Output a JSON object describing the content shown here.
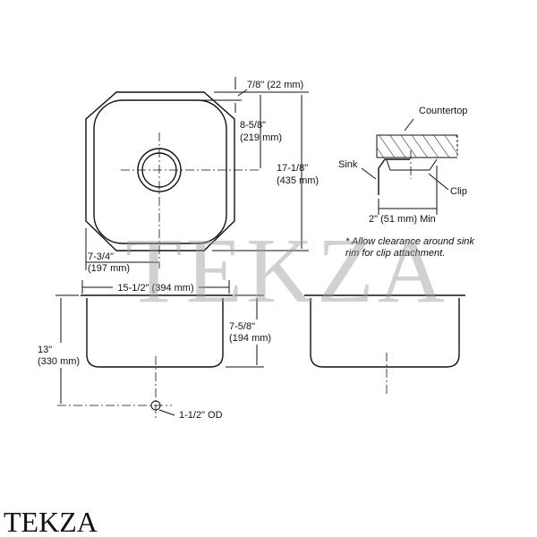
{
  "top_view": {
    "rim_offset": "7/8\" (22 mm)",
    "drain_to_edge_in": "8-5/8\"",
    "drain_to_edge_mm": "(219 mm)",
    "overall_depth_in": "17-1/8\"",
    "overall_depth_mm": "(435 mm)",
    "drain_from_side_in": "7-3/4\"",
    "drain_from_side_mm": "(197 mm)"
  },
  "clip_detail": {
    "countertop_label": "Countertop",
    "sink_label": "Sink",
    "clip_label": "Clip",
    "min_clearance": "2\" (51 mm) Min",
    "note_line1": "* Allow clearance around sink",
    "note_line2": "rim for clip attachment."
  },
  "front_view": {
    "width": "15-1/2\" (394 mm)",
    "bowl_depth_in": "7-5/8\"",
    "bowl_depth_mm": "(194 mm)",
    "total_height_in": "13\"",
    "total_height_mm": "(330 mm)",
    "drain_od": "1-1/2\" OD"
  },
  "watermark": "TEKZA",
  "brand_logo": "TEKZA"
}
